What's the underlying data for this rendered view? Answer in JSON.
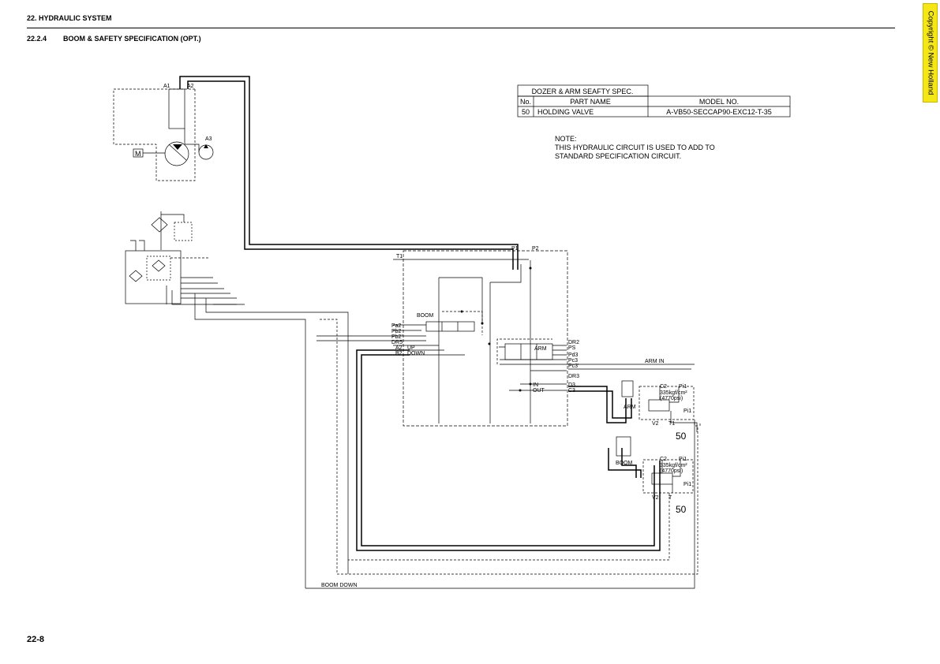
{
  "header": {
    "section": "22. HYDRAULIC SYSTEM",
    "sub_number": "22.2.4",
    "sub_title": "BOOM & SAFETY SPECIFICATION (OPT.)"
  },
  "copyright": "Copyright © New Holland",
  "page_number": "22-8",
  "spec_table": {
    "title": "DOZER & ARM SEAFTY SPEC.",
    "headers": [
      "No.",
      "PART NAME",
      "MODEL NO."
    ],
    "rows": [
      [
        "50",
        "HOLDING VALVE",
        "A-VB50-SECCAP90-EXC12-T-35"
      ]
    ]
  },
  "note": {
    "label": "NOTE:",
    "line1": "THIS HYDRAULIC CIRCUIT IS USED TO ADD TO",
    "line2": "STANDARD SPECIFICATION CIRCUIT."
  },
  "pump_labels": {
    "a1": "A1",
    "a2": "A2",
    "a3": "A3",
    "motor": "M"
  },
  "valve_labels": {
    "p1": "P1",
    "p2": "P2",
    "t1": "T1",
    "boom": "BOOM",
    "pa2": "Pa2",
    "pb2": "Pb2",
    "pb2b": "Pb2'",
    "dr5": "DR5",
    "a2": "A2",
    "b2": "B2",
    "up": "UP",
    "down": "DOWN",
    "arm": "ARM",
    "dr2": "DR2",
    "ps": "PS",
    "pd3": "Pd3",
    "pc3": "Pc3",
    "pc3b": "Pc3'",
    "dr3": "DR3",
    "in": "IN",
    "out": "OUT",
    "d3": "D3",
    "c3": "C3",
    "arm_in": "ARM IN",
    "boom_down": "BOOM DOWN"
  },
  "holding_valves": [
    {
      "c2": "C2",
      "pi1": "Pi1",
      "pressure1": "335kgf/cm²",
      "pressure2": "(4770psi)",
      "pi1b": "Pi1",
      "v2": "V2",
      "t": "T1",
      "cyl": "ARM",
      "num": "50"
    },
    {
      "c2": "C2",
      "pi1": "Pi1",
      "pressure1": "335kgf/cm²",
      "pressure2": "(4770psi)",
      "pi1b": "Pi1",
      "v2": "V2",
      "t": "T",
      "cyl": "BOOM",
      "num": "50"
    }
  ]
}
